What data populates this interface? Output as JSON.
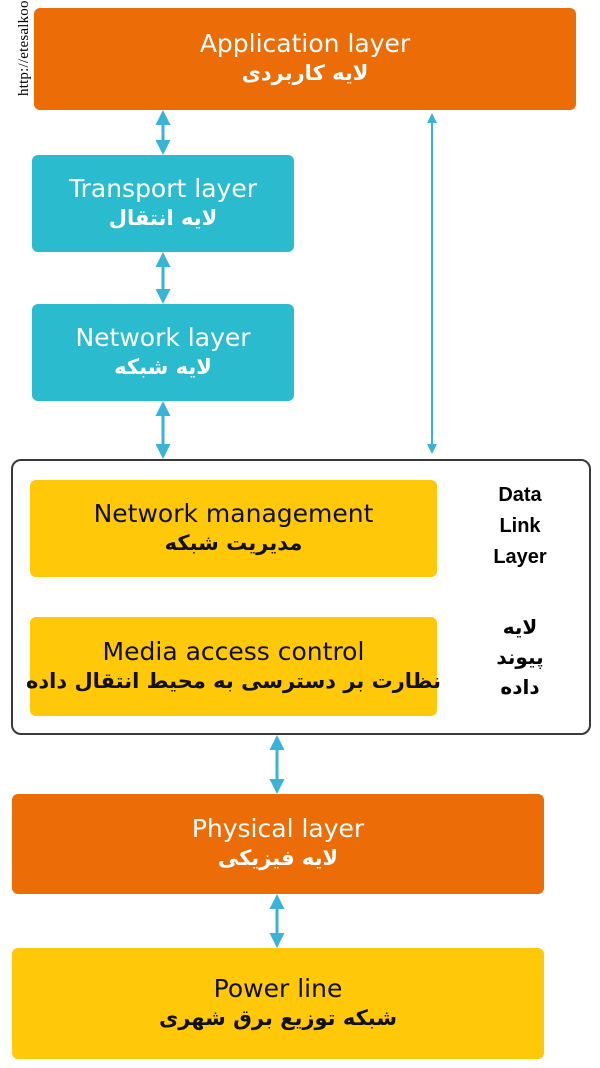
{
  "watermark": "http://etesalkootah.ir",
  "layers": {
    "application": {
      "en": "Application layer",
      "fa": "لایه کاربردی"
    },
    "transport": {
      "en": "Transport layer",
      "fa": "لایه انتقال"
    },
    "network": {
      "en": "Network layer",
      "fa": "لایه شبکه"
    },
    "network_management": {
      "en": "Network management",
      "fa": "مدیریت شبکه"
    },
    "media_access_control": {
      "en": "Media access control",
      "fa": "نظارت بر دسترسی به محیط انتقال داده"
    },
    "physical": {
      "en": "Physical layer",
      "fa": "لایه فیزیکی"
    },
    "power_line": {
      "en": "Power line",
      "fa": "شبکه توزیع برق شهری"
    }
  },
  "data_link": {
    "title_lines": [
      "Data",
      "Link",
      "Layer"
    ],
    "fa_lines": [
      "لایه",
      "پیوند",
      "داده"
    ]
  },
  "colors": {
    "orange": "#ec6d08",
    "teal": "#2bbbcf",
    "yellow": "#ffc808",
    "arrow": "#39b4d8",
    "frame": "#3a3a3a"
  }
}
